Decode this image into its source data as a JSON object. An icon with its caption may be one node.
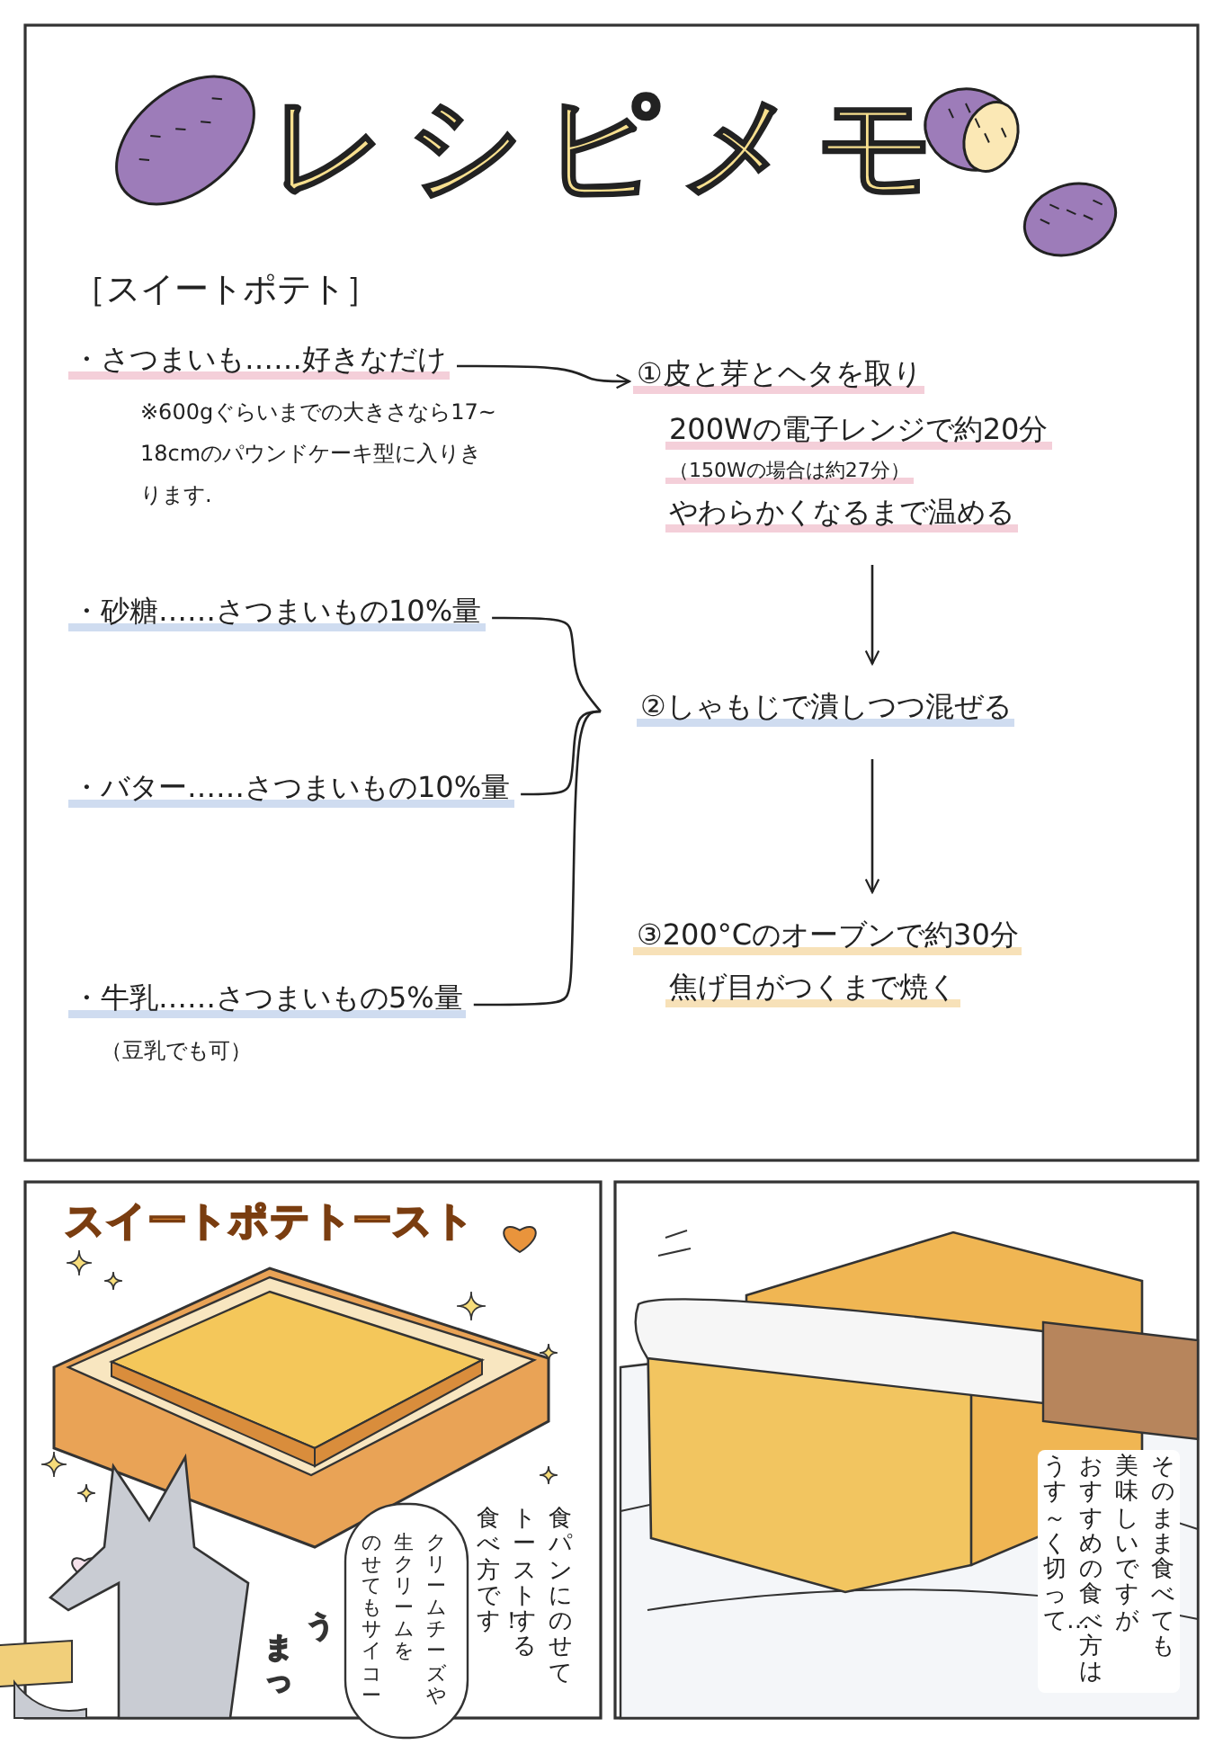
{
  "diagram": {
    "title": "レシピメモ",
    "nodes": [
      {
        "text": [
          "・さつまいも……好きなだけ"
        ],
        "beside": [
          "※600gぐらいまでの大きさなら17~18cmのパウンドケーキ型に入りきります."
        ]
      },
      {
        "text": [
          "・砂糖……さつまいもの10%量"
        ]
      },
      {
        "text": [
          "・バター……さつまいもの10%量"
        ]
      },
      {
        "text": [
          "・牛乳……さつまいもの5%量"
        ],
        "beside": [
          "（豆乳でも可）"
        ]
      },
      {
        "text": [
          "①皮と芽とヘタを取り",
          "200Wの電子レンジで約20分",
          "（150Wの場合は約27分）",
          "やわらかくなるまで温める"
        ]
      },
      {
        "text": [
          "②しゃもじで潰しつつ混ぜる"
        ]
      },
      {
        "text": [
          "③200°Cのオーブンで約30分",
          "焦げ目がつくまで焼く"
        ]
      }
    ],
    "edges": [
      {
        "from": 0,
        "to": 4,
        "arrow": "to"
      },
      {
        "from": 1,
        "to": 5,
        "arrow": "none"
      },
      {
        "from": 2,
        "to": 5,
        "arrow": "none"
      },
      {
        "from": 3,
        "to": 5,
        "arrow": "none"
      },
      {
        "from": 4,
        "to": 5,
        "arrow": "to"
      },
      {
        "from": 5,
        "to": 6,
        "arrow": "to"
      }
    ],
    "labels": [
      "［スイートポテト］",
      "スイートポテトースト",
      "食パンにのせてトーストする食べ方です！",
      "クリームチーズや生クリームをのせてもサイコー",
      "うまっ",
      "そのまま食べても美味しいですがおすすめの食べ方はうす～く切って…"
    ]
  }
}
